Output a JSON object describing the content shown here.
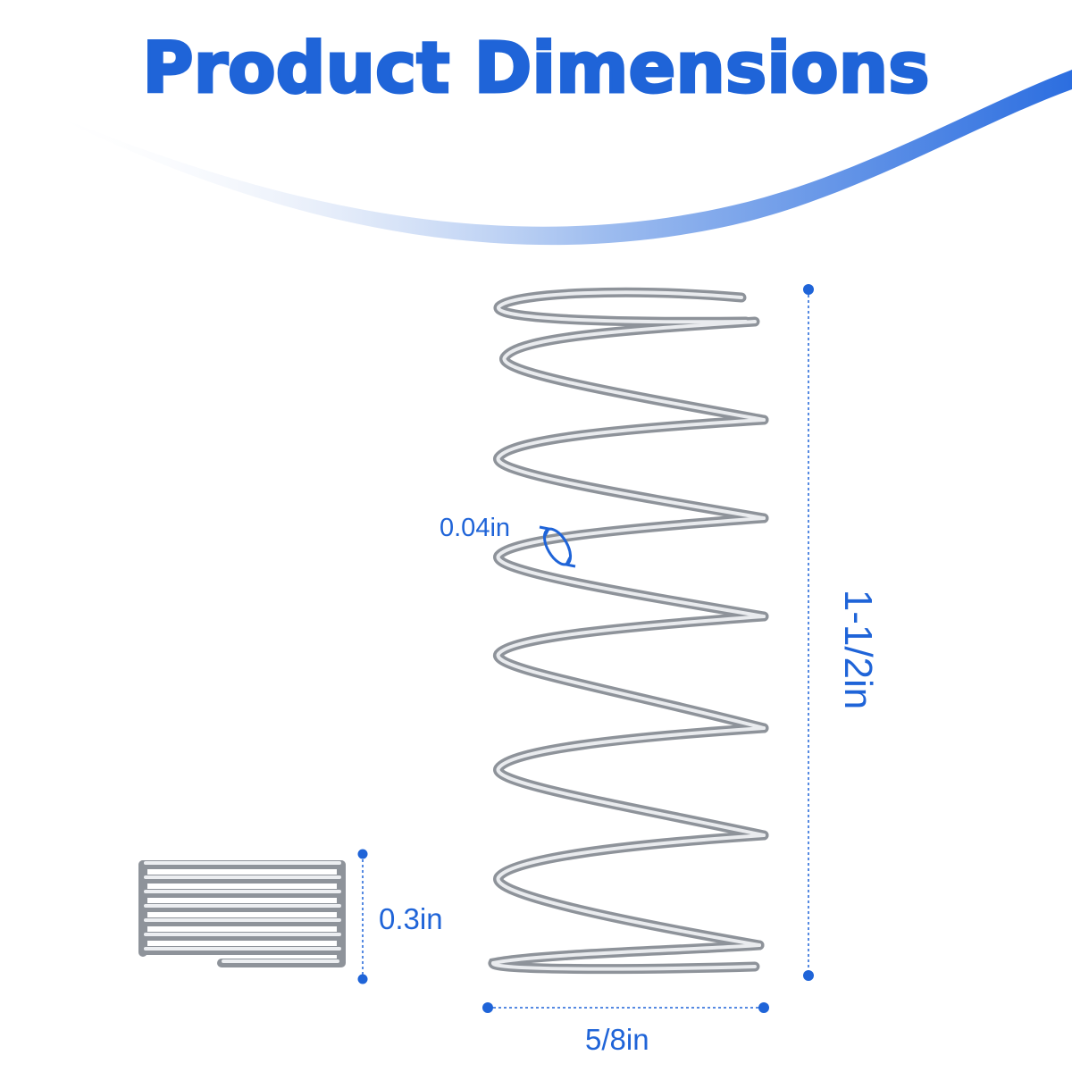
{
  "title": "Product Dimensions",
  "dimensions": {
    "wire_thickness": "0.04in",
    "height": "1-1/2in",
    "outer_diameter": "5/8in",
    "compressed_height": "0.3in"
  },
  "colors": {
    "accent": "#1f64d8",
    "spring": "#a8adb5",
    "spring_highlight": "#eef0f3",
    "background": "#ffffff"
  },
  "icons": {
    "thickness_marker": "circular-arrow-icon"
  }
}
